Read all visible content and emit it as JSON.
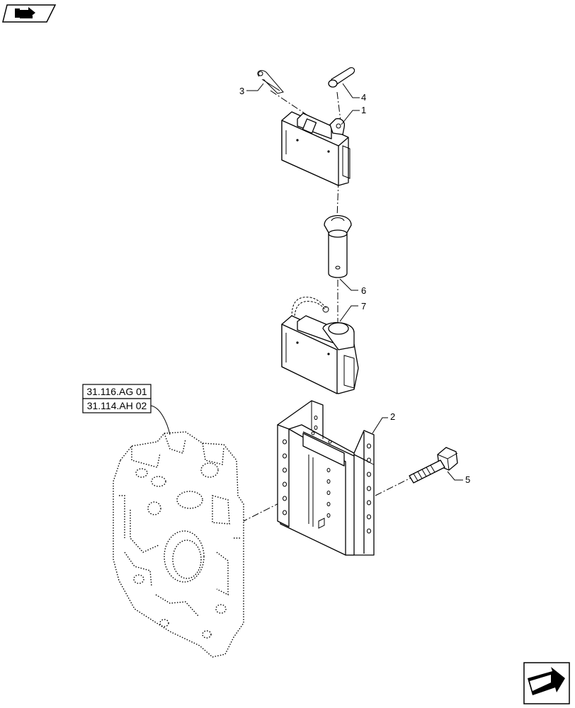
{
  "callouts": [
    {
      "id": "1",
      "text": "1"
    },
    {
      "id": "2",
      "text": "2"
    },
    {
      "id": "3",
      "text": "3"
    },
    {
      "id": "4",
      "text": "4"
    },
    {
      "id": "5",
      "text": "5"
    },
    {
      "id": "6",
      "text": "6"
    },
    {
      "id": "7",
      "text": "7"
    }
  ],
  "references": [
    "31.116.AG 01",
    "31.114.AH 02"
  ],
  "icons": {
    "top_left": "book-arrow-icon",
    "bottom_right": "next-page-arrow-icon"
  }
}
